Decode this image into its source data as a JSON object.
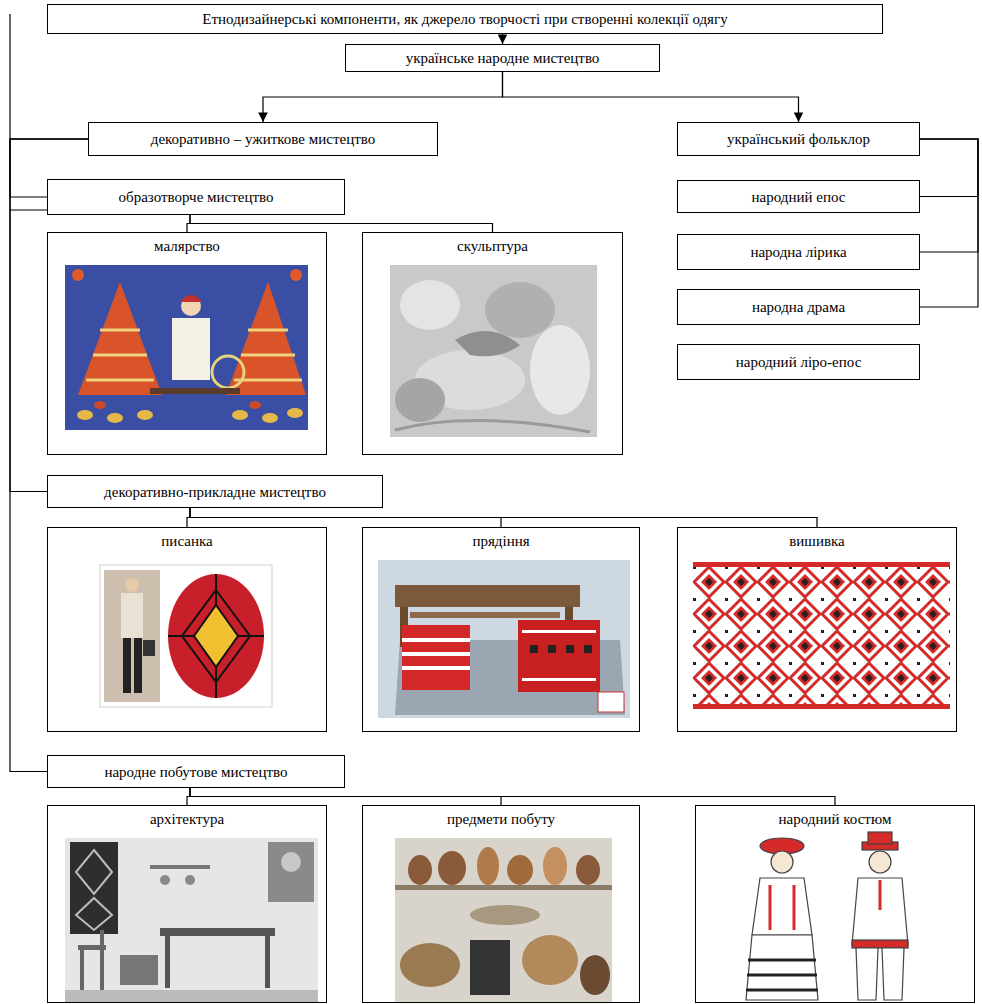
{
  "diagram": {
    "nodes": [
      {
        "text": [
          "Етнодизайнерські компоненти, як джерело творчості при створенні колекції одягу"
        ]
      },
      {
        "text": [
          "українське народне мистецтво"
        ]
      },
      {
        "text": [
          "декоративно – ужиткове мистецтво"
        ]
      },
      {
        "text": [
          "український фольклор"
        ]
      },
      {
        "text": [
          "образотворче мистецтво"
        ]
      },
      {
        "text": [
          "народний епос"
        ]
      },
      {
        "text": [
          "народна лірика"
        ]
      },
      {
        "text": [
          "народна драма"
        ]
      },
      {
        "text": [
          "народний ліро-епос"
        ]
      },
      {
        "text": [
          "малярство"
        ]
      },
      {
        "text": [
          "скульптура"
        ]
      },
      {
        "text": [
          "декоративно-прикладне мистецтво"
        ]
      },
      {
        "text": [
          "писанка"
        ]
      },
      {
        "text": [
          "прядіння"
        ]
      },
      {
        "text": [
          "вишивка"
        ]
      },
      {
        "text": [
          "народне побутове мистецтво"
        ]
      },
      {
        "text": [
          "архітектура"
        ]
      },
      {
        "text": [
          "предмети побуту"
        ]
      },
      {
        "text": [
          "народний костюм"
        ]
      }
    ],
    "edges": [
      {
        "from": 0,
        "to": 1,
        "arrow": "to"
      },
      {
        "from": 1,
        "to": 2,
        "arrow": "to"
      },
      {
        "from": 1,
        "to": 3,
        "arrow": "to"
      },
      {
        "from": 2,
        "to": 4,
        "arrow": "none"
      },
      {
        "from": 2,
        "to": 11,
        "arrow": "none"
      },
      {
        "from": 2,
        "to": 15,
        "arrow": "none"
      },
      {
        "from": 3,
        "to": 5,
        "arrow": "none"
      },
      {
        "from": 3,
        "to": 6,
        "arrow": "none"
      },
      {
        "from": 3,
        "to": 7,
        "arrow": "none"
      },
      {
        "from": 4,
        "to": 9,
        "arrow": "none"
      },
      {
        "from": 4,
        "to": 10,
        "arrow": "none"
      },
      {
        "from": 11,
        "to": 12,
        "arrow": "none"
      },
      {
        "from": 11,
        "to": 13,
        "arrow": "none"
      },
      {
        "from": 11,
        "to": 14,
        "arrow": "none"
      },
      {
        "from": 15,
        "to": 16,
        "arrow": "none"
      },
      {
        "from": 15,
        "to": 17,
        "arrow": "none"
      },
      {
        "from": 15,
        "to": 18,
        "arrow": "none"
      }
    ]
  }
}
